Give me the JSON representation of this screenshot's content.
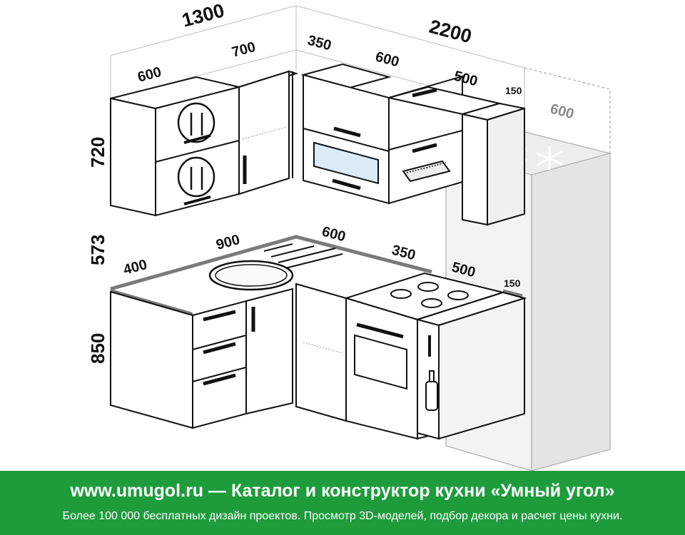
{
  "dimensions": {
    "top_left_width": "1300",
    "top_right_width": "2200",
    "upper_left_600": "600",
    "upper_left_700": "700",
    "upper_right_350": "350",
    "upper_right_600": "600",
    "upper_right_500": "500",
    "upper_right_150": "150",
    "fridge_600": "600",
    "height_upper": "720",
    "height_middle": "573",
    "height_lower": "850",
    "counter_400": "400",
    "counter_900": "900",
    "counter_600": "600",
    "counter_350": "350",
    "counter_500": "500",
    "counter_150": "150"
  },
  "footer": {
    "title": "www.umugol.ru  —  Каталог и конструктор кухни «Умный угол»",
    "subtitle": "Более 100 000 бесплатных дизайн проектов. Просмотр 3D-моделей, подбор декора и расчет цены кухни."
  },
  "colors": {
    "footer_bg": "#1e9c3c",
    "countertop": "#7a7a7a",
    "fridge_outline": "#b5b5b5"
  }
}
